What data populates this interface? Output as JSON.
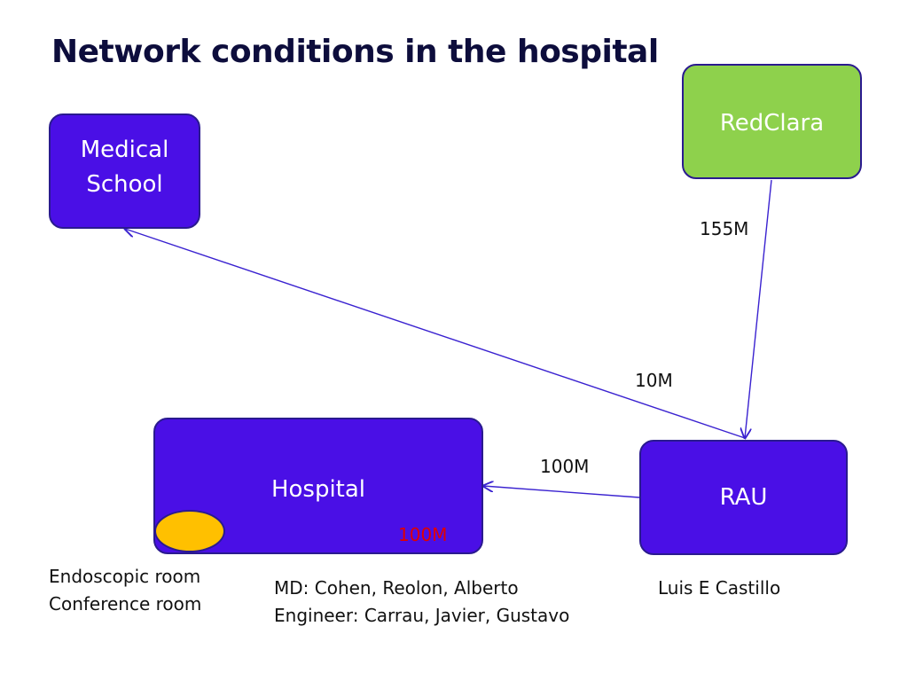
{
  "title": "Network conditions in the hospital",
  "nodes": {
    "medical_school": {
      "label": "Medical\nSchool",
      "color": "#4a0fe6"
    },
    "redclara": {
      "label": "RedClara",
      "color": "#8ed14c"
    },
    "hospital": {
      "label": "Hospital",
      "color": "#4a0fe6"
    },
    "rau": {
      "label": "RAU",
      "color": "#4a0fe6"
    },
    "room": {
      "color": "#ffc000"
    }
  },
  "links": {
    "redclara_rau": "155M",
    "rau_medical": "10M",
    "rau_hospital": "100M",
    "hospital_room": "100M"
  },
  "link_colors": {
    "blue": "#3a22d0",
    "red": "#e00000"
  },
  "captions": {
    "rooms": "Endoscopic room\nConference room",
    "team": "MD: Cohen, Reolon, Alberto\nEngineer: Carrau, Javier, Gustavo",
    "author": "Luis E Castillo"
  }
}
